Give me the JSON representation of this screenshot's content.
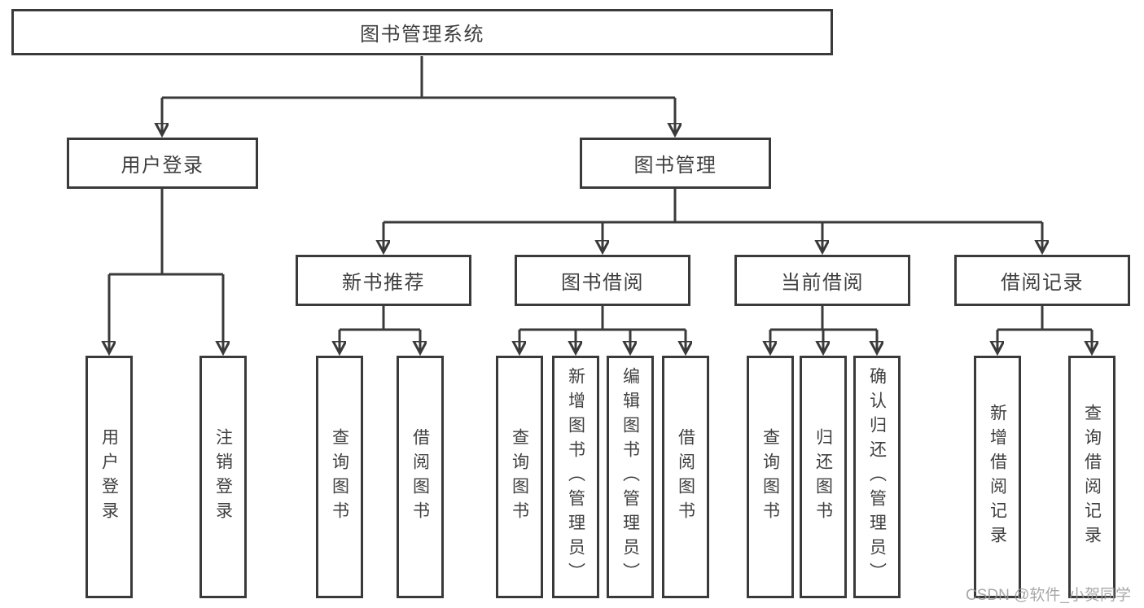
{
  "theme": {
    "background": "#ffffff",
    "line_color": "#3a3a3a",
    "text_color": "#3f3f3f",
    "watermark_color": "#999999"
  },
  "diagram": {
    "root": "图书管理系统",
    "branches": [
      {
        "label": "用户登录"
      },
      {
        "label": "图书管理"
      }
    ],
    "left_leaves": [
      "用户登录",
      "注销登录"
    ],
    "groups": [
      {
        "label": "新书推荐",
        "leaves": [
          "查询图书",
          "借阅图书"
        ]
      },
      {
        "label": "图书借阅",
        "leaves": [
          "查询图书",
          "新增图书（管理员）",
          "编辑图书（管理员）",
          "借阅图书"
        ]
      },
      {
        "label": "当前借阅",
        "leaves": [
          "查询图书",
          "归还图书",
          "确认归还（管理员）"
        ]
      },
      {
        "label": "借阅记录",
        "leaves": [
          "新增借阅记录",
          "查询借阅记录"
        ]
      }
    ],
    "watermark": "CSDN @软件_小贺同学"
  }
}
